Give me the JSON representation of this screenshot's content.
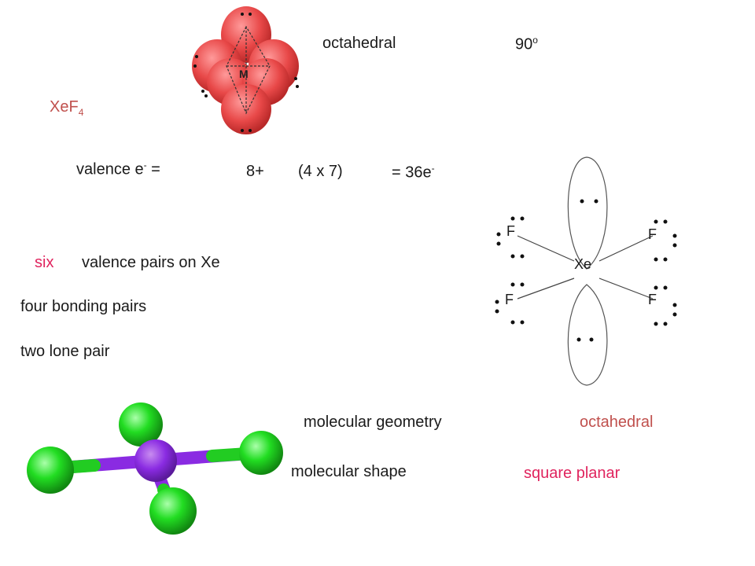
{
  "top": {
    "geometry": "octahedral",
    "angle": "90",
    "angle_unit": "o"
  },
  "orbital_center_label": "M",
  "formula": {
    "base": "XeF",
    "subscript": "4"
  },
  "valence": {
    "label": "valence e",
    "label_sup": "-",
    "equals": " =",
    "xe": "8+",
    "f": "(4 x 7)",
    "total": "= 36e",
    "total_sup": "-"
  },
  "pairs": {
    "count": "six",
    "text": "valence pairs on Xe"
  },
  "bonding": "four bonding pairs",
  "lone": "two lone pair",
  "lewis": {
    "central": "Xe",
    "ligand": "F"
  },
  "bottom": {
    "geometry_label": "molecular geometry",
    "geometry_value": "octahedral",
    "shape_label": "molecular shape",
    "shape_value": "square planar"
  },
  "colors": {
    "accent_red": "#c0504d",
    "accent_pink": "#e0245e",
    "f_atom": "#22dd22",
    "xe_atom": "#8a2be2"
  }
}
